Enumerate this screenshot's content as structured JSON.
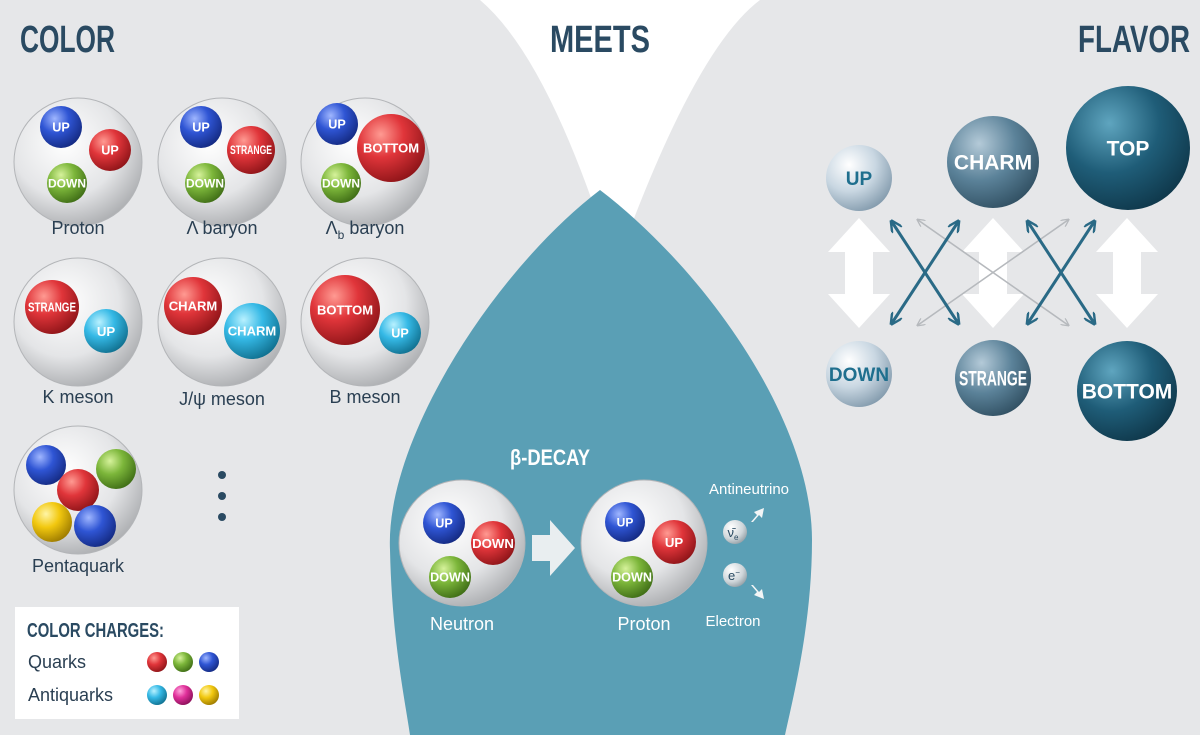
{
  "titles": {
    "left": "COLOR",
    "center": "MEETS",
    "right": "FLAVOR"
  },
  "colors": {
    "panel_gray": "#e6e7e9",
    "teal": "#5a9fb5",
    "dark_title": "#2a4a62",
    "quark_red": "#e0353a",
    "quark_green": "#7cb63a",
    "quark_blue": "#2f55d4",
    "anti_cyan": "#35b9e6",
    "anti_magenta": "#e0309a",
    "anti_yellow": "#f2c80f",
    "flavor_light": "#c9d7e2",
    "flavor_mid": "#5b8299",
    "flavor_dark": "#1f5d78"
  },
  "hadrons": [
    {
      "name": "Proton",
      "sub": "",
      "suffix": "",
      "quarks": [
        {
          "label": "UP",
          "color": "blue"
        },
        {
          "label": "UP",
          "color": "red"
        },
        {
          "label": "DOWN",
          "color": "green"
        }
      ]
    },
    {
      "name": "Λ baryon",
      "sub": "",
      "suffix": "",
      "quarks": [
        {
          "label": "UP",
          "color": "blue"
        },
        {
          "label": "STRANGE",
          "color": "red"
        },
        {
          "label": "DOWN",
          "color": "green"
        }
      ]
    },
    {
      "name": "Λ",
      "sub": "b",
      "suffix": " baryon",
      "quarks": [
        {
          "label": "UP",
          "color": "blue"
        },
        {
          "label": "BOTTOM",
          "color": "red"
        },
        {
          "label": "DOWN",
          "color": "green"
        }
      ]
    },
    {
      "name": "K meson",
      "sub": "",
      "suffix": "",
      "quarks": [
        {
          "label": "STRANGE",
          "color": "red"
        },
        {
          "label": "UP",
          "color": "cyan"
        }
      ]
    },
    {
      "name": "J/ψ meson",
      "sub": "",
      "suffix": "",
      "quarks": [
        {
          "label": "CHARM",
          "color": "red"
        },
        {
          "label": "CHARM",
          "color": "cyan"
        }
      ]
    },
    {
      "name": "B meson",
      "sub": "",
      "suffix": "",
      "quarks": [
        {
          "label": "BOTTOM",
          "color": "red"
        },
        {
          "label": "UP",
          "color": "cyan"
        }
      ]
    },
    {
      "name": "Pentaquark",
      "sub": "",
      "suffix": "",
      "quarks": [
        {
          "label": "",
          "color": "blue"
        },
        {
          "label": "",
          "color": "green"
        },
        {
          "label": "",
          "color": "red"
        },
        {
          "label": "",
          "color": "yellow"
        },
        {
          "label": "",
          "color": "blue"
        }
      ]
    }
  ],
  "legend": {
    "title": "COLOR CHARGES:",
    "rows": [
      {
        "label": "Quarks",
        "colors": [
          "red",
          "green",
          "blue"
        ]
      },
      {
        "label": "Antiquarks",
        "colors": [
          "cyan",
          "magenta",
          "yellow"
        ]
      }
    ]
  },
  "decay": {
    "title": "β-DECAY",
    "before": {
      "name": "Neutron",
      "quarks": [
        {
          "label": "UP",
          "color": "blue"
        },
        {
          "label": "DOWN",
          "color": "red"
        },
        {
          "label": "DOWN",
          "color": "green"
        }
      ]
    },
    "after": {
      "name": "Proton",
      "quarks": [
        {
          "label": "UP",
          "color": "blue"
        },
        {
          "label": "UP",
          "color": "red"
        },
        {
          "label": "DOWN",
          "color": "green"
        }
      ]
    },
    "antineutrino": {
      "label": "Antineutrino",
      "symbol": "ν̄",
      "sub": "e"
    },
    "electron": {
      "label": "Electron",
      "symbol": "e",
      "sup": "−"
    }
  },
  "flavors": [
    {
      "label": "UP",
      "shade": "light"
    },
    {
      "label": "CHARM",
      "shade": "mid"
    },
    {
      "label": "TOP",
      "shade": "dark"
    },
    {
      "label": "DOWN",
      "shade": "light"
    },
    {
      "label": "STRANGE",
      "shade": "mid"
    },
    {
      "label": "BOTTOM",
      "shade": "dark"
    }
  ]
}
